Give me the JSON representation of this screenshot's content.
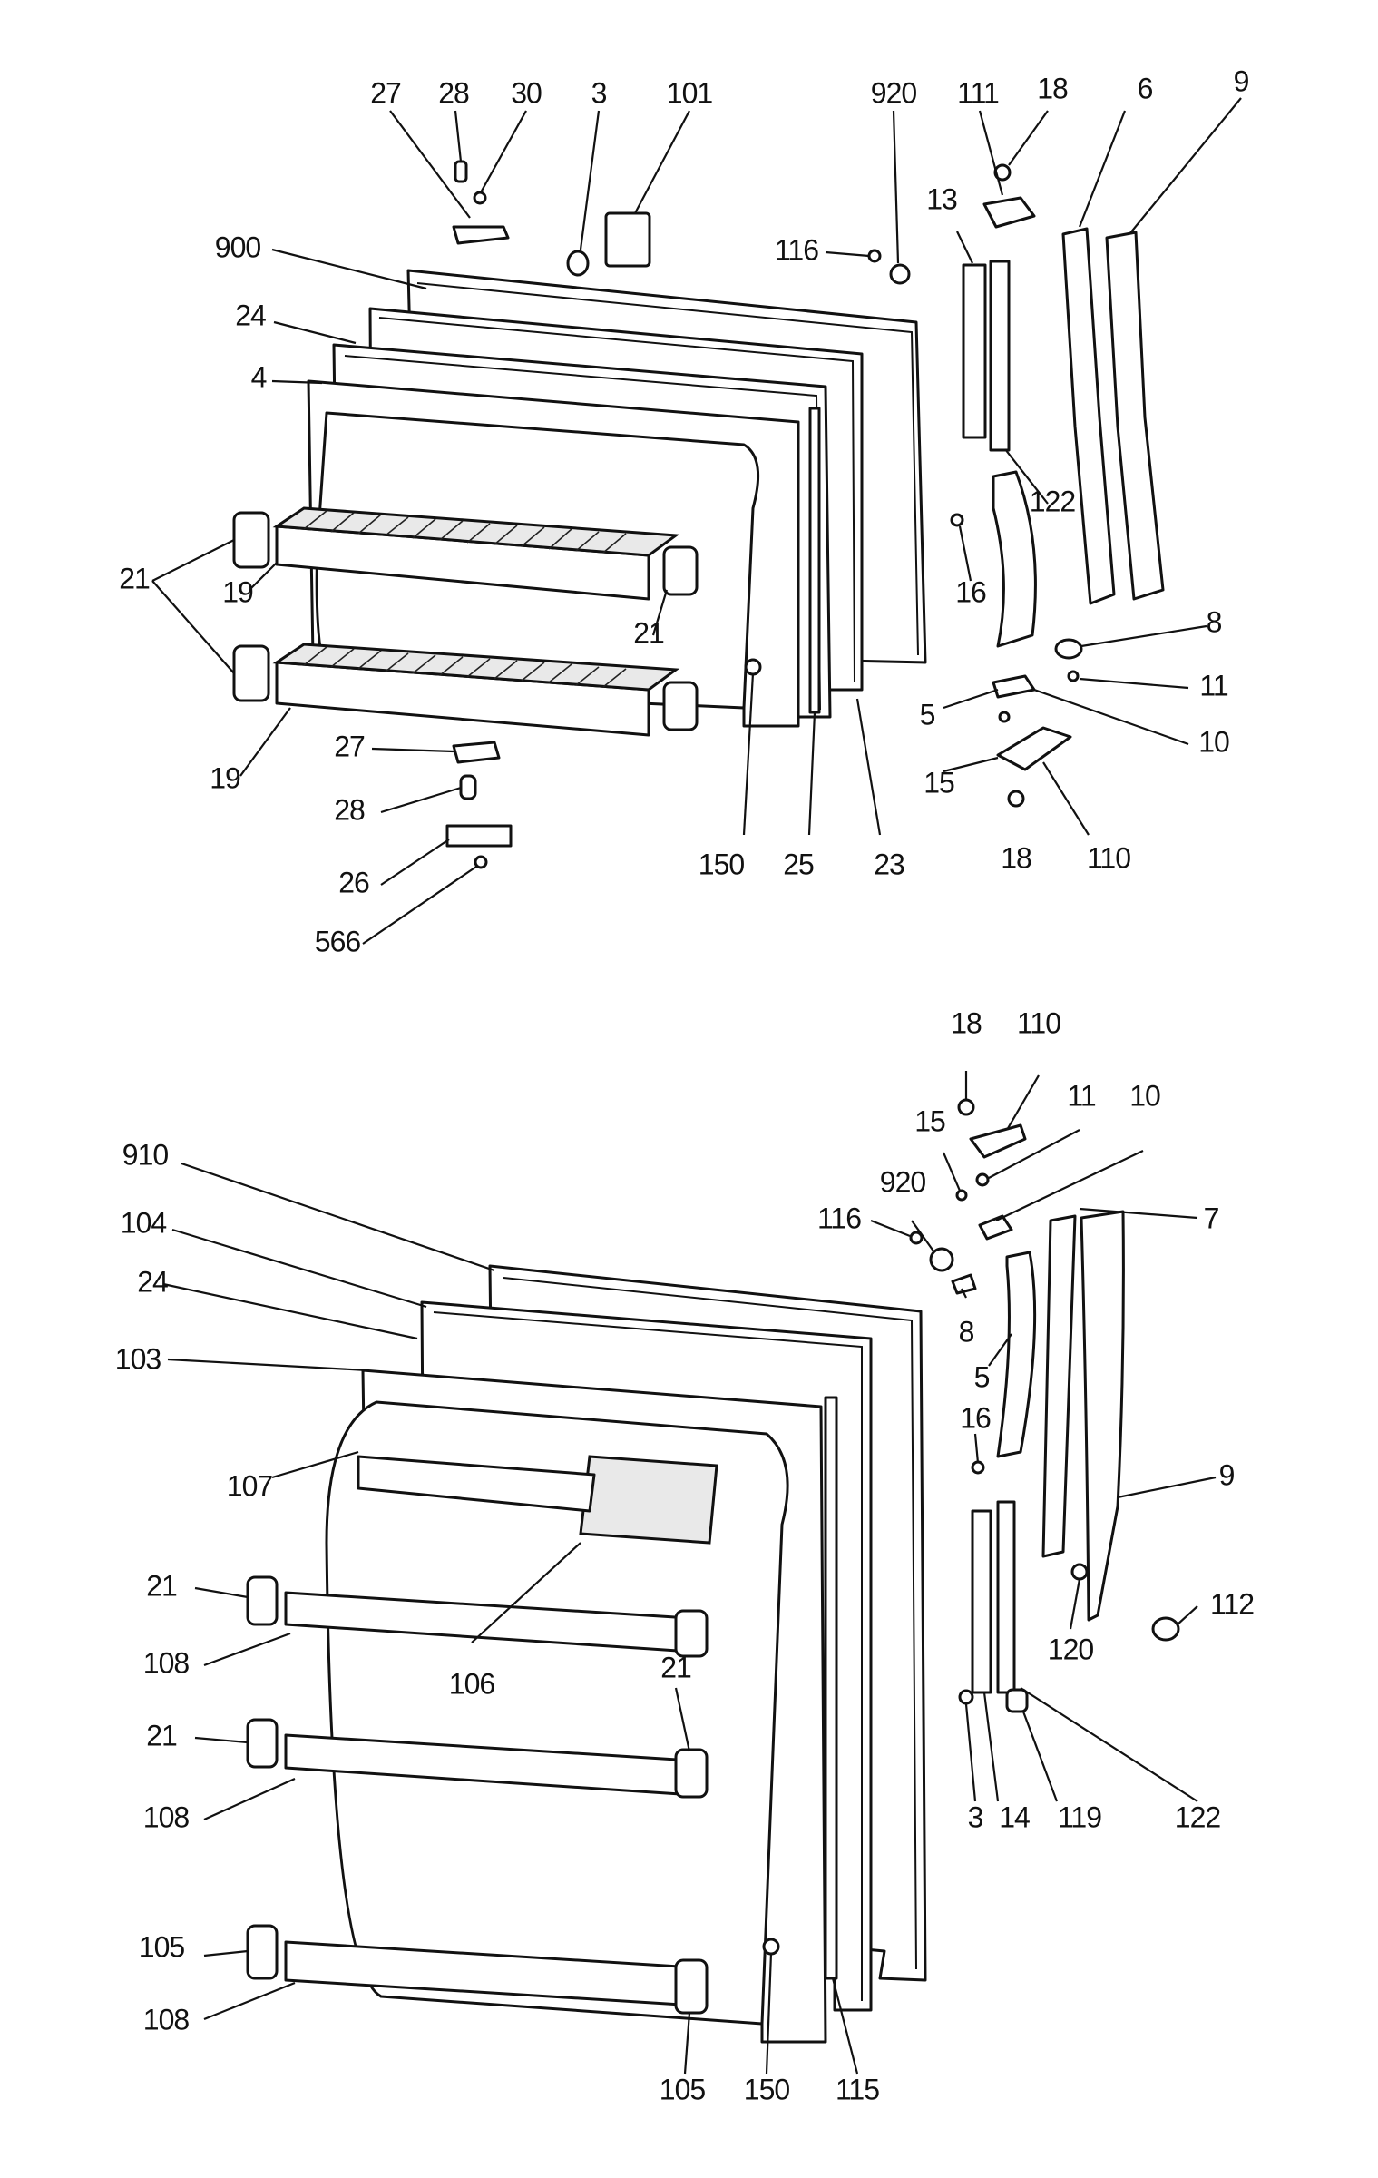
{
  "upper": {
    "labels": [
      "27",
      "28",
      "30",
      "3",
      "101",
      "920",
      "111",
      "18",
      "6",
      "9",
      "900",
      "116",
      "13",
      "24",
      "4",
      "122",
      "16",
      "21",
      "19",
      "21",
      "8",
      "11",
      "10",
      "5",
      "15",
      "110",
      "18",
      "19",
      "27",
      "28",
      "150",
      "25",
      "23",
      "26",
      "566"
    ]
  },
  "lower": {
    "labels": [
      "18",
      "110",
      "11",
      "10",
      "15",
      "910",
      "920",
      "7",
      "116",
      "104",
      "24",
      "8",
      "103",
      "5",
      "16",
      "107",
      "9",
      "21",
      "120",
      "112",
      "108",
      "106",
      "21",
      "3",
      "14",
      "119",
      "122",
      "21",
      "108",
      "105",
      "108",
      "105",
      "150",
      "115"
    ]
  }
}
